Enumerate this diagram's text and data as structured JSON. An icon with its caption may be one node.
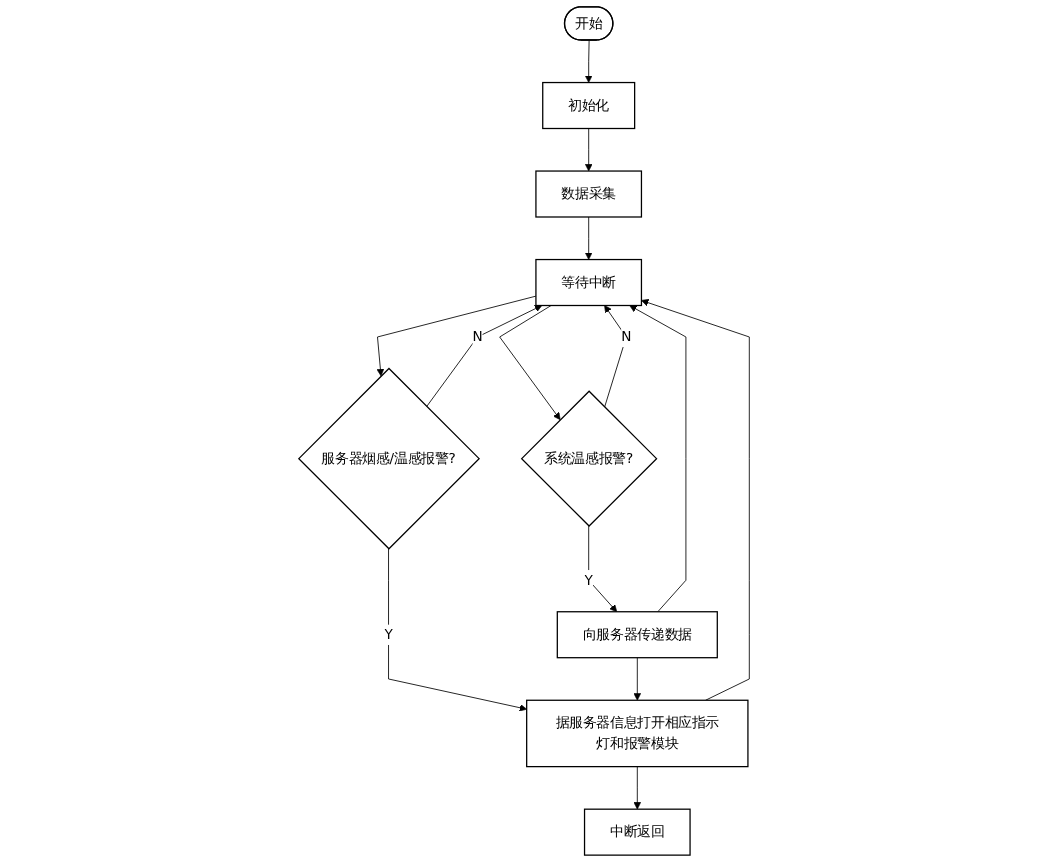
{
  "diagram": {
    "nodes": [
      {
        "text": [
          "开始"
        ]
      },
      {
        "text": [
          "初始化"
        ]
      },
      {
        "text": [
          "数据采集"
        ]
      },
      {
        "text": [
          "等待中断"
        ]
      },
      {
        "text": [
          "服务器烟感/温感报警?"
        ]
      },
      {
        "text": [
          "系统温感报警?"
        ]
      },
      {
        "text": [
          "向服务器传递数据"
        ]
      },
      {
        "text": [
          "据服务器信息打开相应指示灯和报警模块"
        ]
      },
      {
        "text": [
          "中断返回"
        ]
      }
    ],
    "edges": [
      {
        "from": 0,
        "to": 1,
        "arrow": "to"
      },
      {
        "from": 1,
        "to": 2,
        "arrow": "to"
      },
      {
        "from": 2,
        "to": 3,
        "arrow": "to"
      },
      {
        "from": 3,
        "to": 4,
        "arrow": "to"
      },
      {
        "from": 3,
        "to": 5,
        "arrow": "to"
      },
      {
        "from": 4,
        "to": 3,
        "label": "N",
        "arrow": "to"
      },
      {
        "from": 5,
        "to": 3,
        "label": "N",
        "arrow": "to"
      },
      {
        "from": 4,
        "to": 7,
        "label": "Y",
        "arrow": "to"
      },
      {
        "from": 5,
        "to": 6,
        "label": "Y",
        "arrow": "to"
      },
      {
        "from": 6,
        "to": 7,
        "arrow": "to"
      },
      {
        "from": 6,
        "to": 3,
        "arrow": "to"
      },
      {
        "from": 7,
        "to": 3,
        "arrow": "to"
      },
      {
        "from": 7,
        "to": 8,
        "arrow": "to"
      }
    ]
  }
}
